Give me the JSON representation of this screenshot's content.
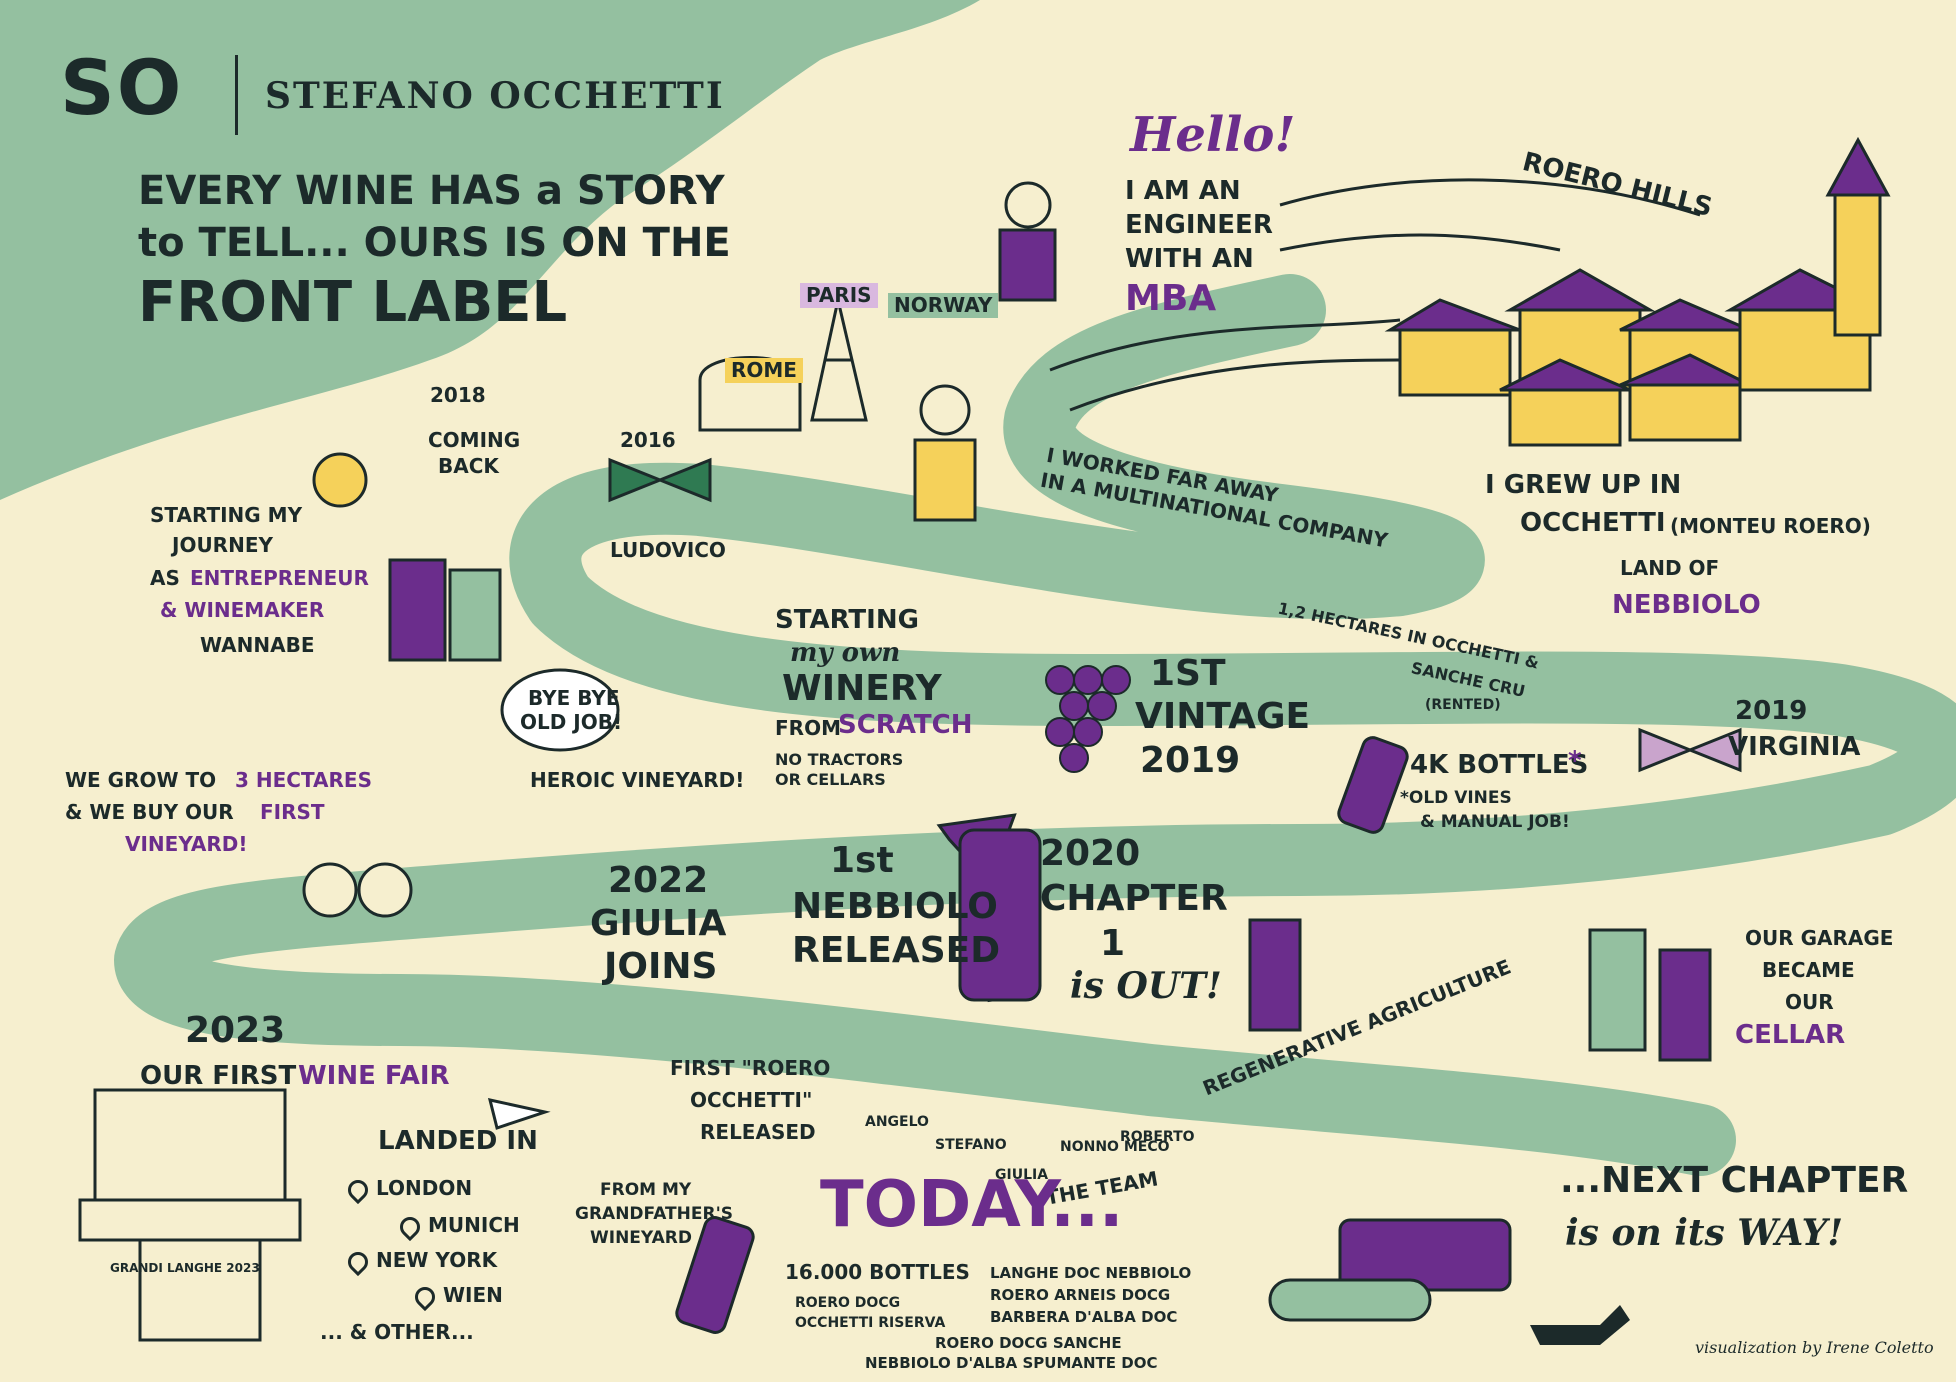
{
  "brand": {
    "logo": "SO",
    "name": "STEFANO OCCHETTI"
  },
  "headline": [
    "EVERY WINE HAS a STORY",
    "to TELL... OURS IS ON THE",
    "FRONT LABEL"
  ],
  "hello": {
    "greeting": "Hello!",
    "line1": "I AM AN",
    "line2": "ENGINEER",
    "line3": "WITH AN",
    "mba": "MBA"
  },
  "places": {
    "paris": "PARIS",
    "norway": "NORWAY",
    "rome": "ROME"
  },
  "roero": {
    "hills": "ROERO HILLS",
    "grew_up_1": "I GREW UP IN",
    "grew_up_2": "OCCHETTI",
    "grew_up_paren": "(MONTEU ROERO)",
    "land_of": "LAND OF",
    "nebbiolo": "NEBBIOLO"
  },
  "worked": {
    "line1": "I WORKED FAR AWAY",
    "line2": "IN A MULTINATIONAL COMPANY"
  },
  "y2016": {
    "year": "2016",
    "name": "LUDOVICO"
  },
  "y2018": {
    "year": "2018",
    "line1": "COMING",
    "line2": "BACK"
  },
  "journey": {
    "line1": "STARTING my",
    "line2": "JOURNEY",
    "line3a": "AS",
    "entrepreneur": "ENTREPRENEUR",
    "winemaker": "& WINEMAKER",
    "wannabe": "WANNABE"
  },
  "byebye": {
    "line1": "BYE BYE",
    "line2": "OLD JOB!",
    "heroic": "HEROIC VINEYARD!"
  },
  "winery": {
    "line1": "STARTING",
    "line2": "my own",
    "line3": "WINERY",
    "from": "FROM",
    "scratch": "SCRATCH",
    "note1": "NO TRACTORS",
    "note2": "OR CELLARS"
  },
  "vintage": {
    "line1": "1ST",
    "line2": "VINTAGE",
    "line3": "2019"
  },
  "hectares": {
    "line1": "1,2 HECTARES IN OCCHETTI &",
    "line2": "SANCHE CRU",
    "rented": "(RENTED)",
    "bottles": "4K BOTTLES",
    "star": "*",
    "note1": "*OLD VINES",
    "note2": "& MANUAL JOB!"
  },
  "y2019": {
    "line1": "2019",
    "line2": "VIRGINIA"
  },
  "grow": {
    "line1a": "WE GROW TO",
    "hectares3": "3 HECTARES",
    "line2a": "& WE BUY OUR",
    "first": "FIRST",
    "vineyard": "VINEYARD!"
  },
  "y2022": {
    "line1": "2022",
    "line2": "GIULIA",
    "line3": "JOINS"
  },
  "nebbiolo_release": {
    "line1": "1st",
    "line2": "NEBBIOLO",
    "line3": "RELEASED"
  },
  "y2020": {
    "line1": "2020",
    "line2": "CHAPTER",
    "line3": "1",
    "line4": "is OUT!"
  },
  "garage": {
    "line1": "OUR GARAGE",
    "line2": "BECAME",
    "line3": "OUR",
    "cellar": "CELLAR"
  },
  "regen": "REGENERATIVE AGRICULTURE",
  "y2023": {
    "line1": "2023",
    "line2a": "OUR FIRST",
    "fair": "WINE FAIR",
    "booth": "GRANDI LANGHE 2023"
  },
  "landed": {
    "title": "LANDED IN",
    "cities": [
      "LONDON",
      "MUNICH",
      "NEW YORK",
      "WIEN"
    ],
    "other": "... & OTHER..."
  },
  "first_roero": {
    "line1": "FIRST \"ROERO",
    "line2": "OCCHETTI\"",
    "line3": "RELEASED"
  },
  "grandfather": {
    "line1": "FROM MY",
    "line2": "GRANDFATHER'S",
    "line3": "WINEYARD"
  },
  "team": {
    "members": [
      "ANGELO",
      "STEFANO",
      "GIULIA",
      "NONNO MECO",
      "ROBERTO"
    ],
    "label": "THE TEAM"
  },
  "today": {
    "title": "TODAY...",
    "bottles": "16.000 BOTTLES",
    "wines_left": [
      "ROERO DOCG",
      "OCCHETTI RISERVA"
    ],
    "wines_right": [
      "LANGHE DOC NEBBIOLO",
      "ROERO ARNEIS DOCG",
      "BARBERA D'ALBA DOC"
    ],
    "wines_bottom": [
      "ROERO DOCG SANCHE",
      "NEBBIOLO D'ALBA SPUMANTE DOC"
    ]
  },
  "next": {
    "line1": "...NEXT CHAPTER",
    "line2": "is on its WAY!"
  },
  "credit": "visualization by Irene Coletto",
  "colors": {
    "paper": "#f6efcf",
    "green": "#94c0a0",
    "purple": "#6b2d8c",
    "ink": "#1c2a2a",
    "yellow": "#f5d15a"
  }
}
